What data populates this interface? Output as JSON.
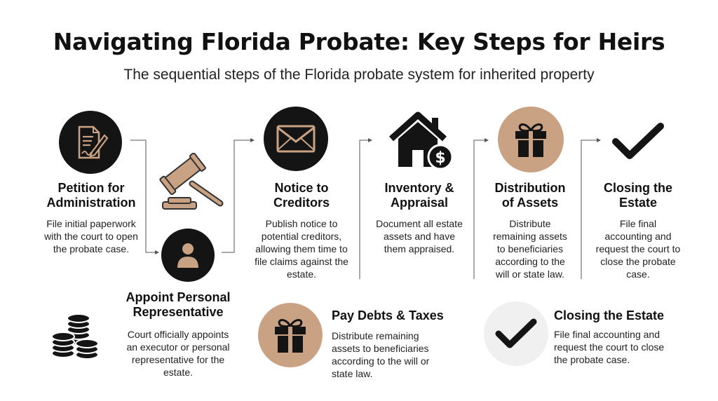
{
  "title": "Navigating Florida Probate: Key Steps for Heirs",
  "subtitle": "The sequential steps of the Florida probate system for inherited property",
  "steps": [
    {
      "icon": "document-pen-icon",
      "heading_line1": "Petition for",
      "heading_line2": "Administration",
      "desc": [
        "File initial paperwork",
        "with the court to open",
        "the probate case."
      ]
    },
    {
      "icon": "person-icon",
      "heading_line1": "Appoint Personal",
      "heading_line2": "Representative",
      "desc": [
        "Court officially appoints",
        "an executor or personal",
        "representative for the",
        "estate."
      ]
    },
    {
      "icon": "envelope-icon",
      "heading_line1": "Notice to",
      "heading_line2": "Creditors",
      "desc": [
        "Publish notice to",
        "potential creditors,",
        "allowing them time to",
        "file claims against the",
        "estate."
      ]
    },
    {
      "icon": "house-dollar-icon",
      "heading_line1": "Inventory &",
      "heading_line2": "Appraisal",
      "desc": [
        "Document all estate",
        "assets and have",
        "them appraised."
      ]
    },
    {
      "icon": "gift-icon",
      "heading_line1": "Distribution",
      "heading_line2": "of Assets",
      "desc": [
        "Distribute",
        "remaining assets",
        "to beneficiaries",
        "according to the",
        "will or state law."
      ]
    },
    {
      "icon": "checkmark-icon",
      "heading_line1": "Closing the",
      "heading_line2": "Estate",
      "desc": [
        "File final",
        "accounting and",
        "request the court to",
        "close the probate",
        "case."
      ]
    }
  ],
  "bottom": [
    {
      "icon": "gift-icon",
      "heading": "Pay Debts & Taxes",
      "desc": [
        "Distribute remaining",
        "assets to beneficiaries",
        "according to the will or",
        "state law."
      ]
    },
    {
      "icon": "checkmark-icon",
      "heading": "Closing the Estate",
      "desc": [
        "File final accounting and",
        "request the court to close",
        "the probate case."
      ]
    }
  ],
  "decor_icons": [
    "gavel-icon",
    "coins-stack-icon"
  ],
  "colors": {
    "dark": "#141414",
    "tan": "#c9a284",
    "light_gray": "#f0f0f0",
    "text": "#111111"
  }
}
